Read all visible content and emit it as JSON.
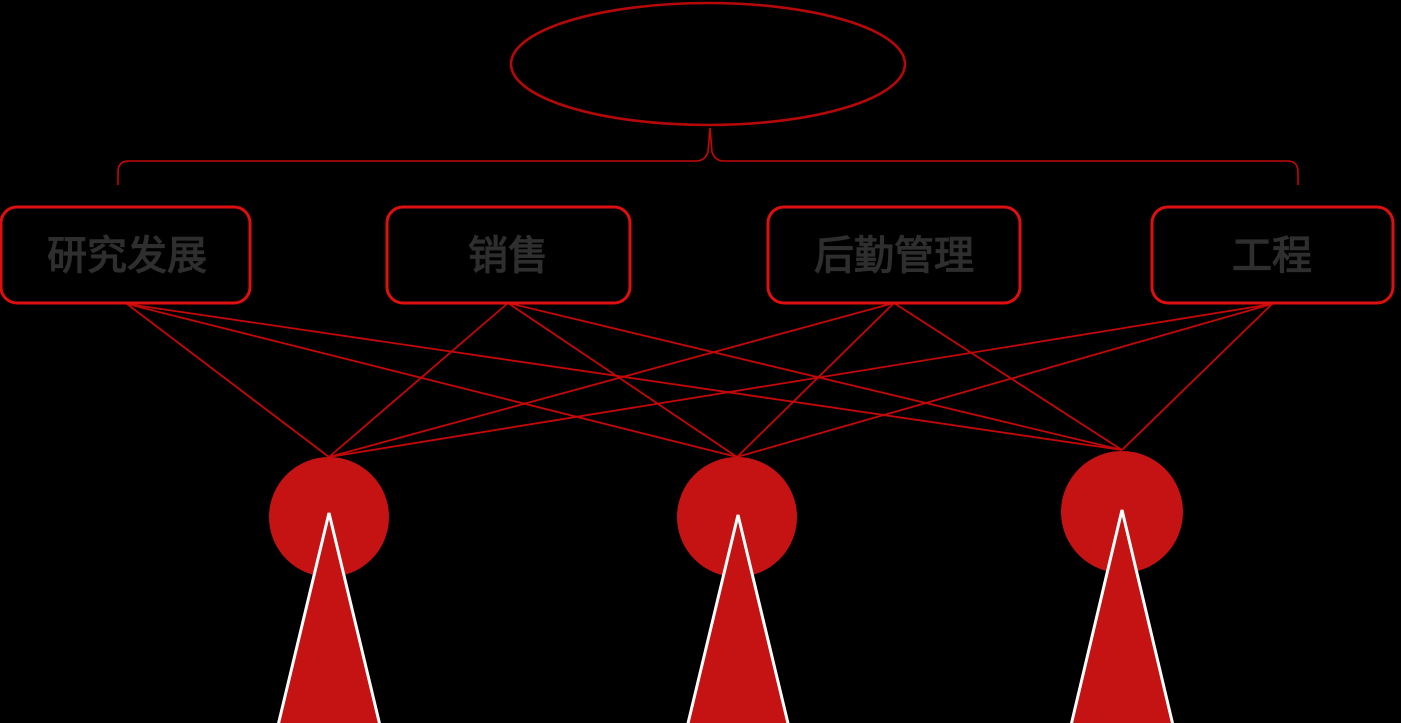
{
  "colors": {
    "background": "#000000",
    "ellipse_stroke": "#b50909",
    "box_stroke": "#de0f0f",
    "connector_stroke": "#c40808",
    "icon_fill": "#c51313",
    "icon_triangle_outline": "#ffffff",
    "label_color": "#2e2e2e"
  },
  "diagram": {
    "root_node": {
      "label": ""
    },
    "departments": [
      {
        "label": "研究发展"
      },
      {
        "label": "销售"
      },
      {
        "label": "后勤管理"
      },
      {
        "label": "工程"
      }
    ],
    "markers": [
      {
        "icon": "circle-triangle-beacon-icon"
      },
      {
        "icon": "circle-triangle-beacon-icon"
      },
      {
        "icon": "circle-triangle-beacon-icon"
      }
    ]
  }
}
